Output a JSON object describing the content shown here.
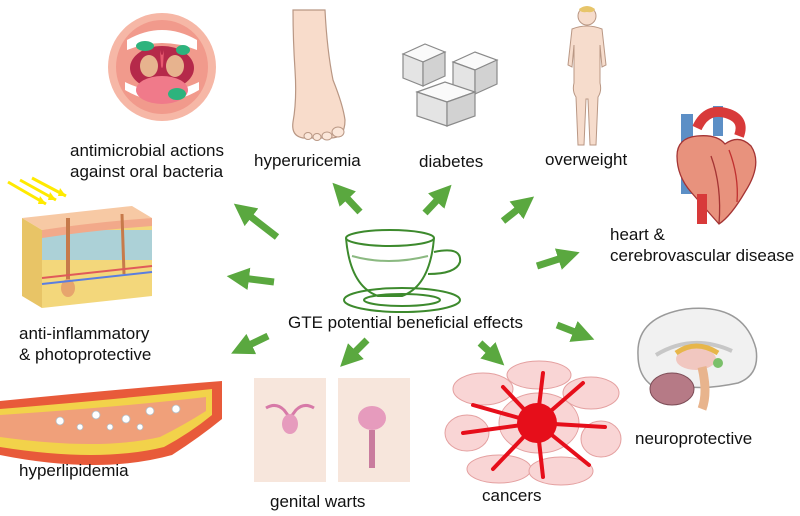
{
  "center": {
    "label": "GTE potential beneficial effects",
    "icon": "teacup-icon"
  },
  "effects": [
    {
      "id": "oral",
      "lines": [
        "antimicrobial actions",
        "against oral bacteria"
      ],
      "icon": "mouth-icon"
    },
    {
      "id": "uric",
      "lines": [
        "hyperuricemia"
      ],
      "icon": "foot-icon"
    },
    {
      "id": "diabetes",
      "lines": [
        "diabetes"
      ],
      "icon": "sugar-cubes-icon"
    },
    {
      "id": "weight",
      "lines": [
        "overweight"
      ],
      "icon": "body-icon"
    },
    {
      "id": "heart",
      "lines": [
        "heart &",
        "cerebrovascular disease"
      ],
      "icon": "heart-icon"
    },
    {
      "id": "skin",
      "lines": [
        "anti-inflammatory",
        "& photoprotective"
      ],
      "icon": "skin-icon"
    },
    {
      "id": "neuro",
      "lines": [
        "neuroprotective"
      ],
      "icon": "brain-icon"
    },
    {
      "id": "lipid",
      "lines": [
        "hyperlipidemia"
      ],
      "icon": "artery-icon"
    },
    {
      "id": "warts",
      "lines": [
        "genital warts"
      ],
      "icon": "pelvis-icon"
    },
    {
      "id": "cancer",
      "lines": [
        "cancers"
      ],
      "icon": "tumor-icon"
    }
  ],
  "colors": {
    "arrow": "#5aa83f",
    "cup": "#3d8a2d",
    "text": "#111111"
  }
}
